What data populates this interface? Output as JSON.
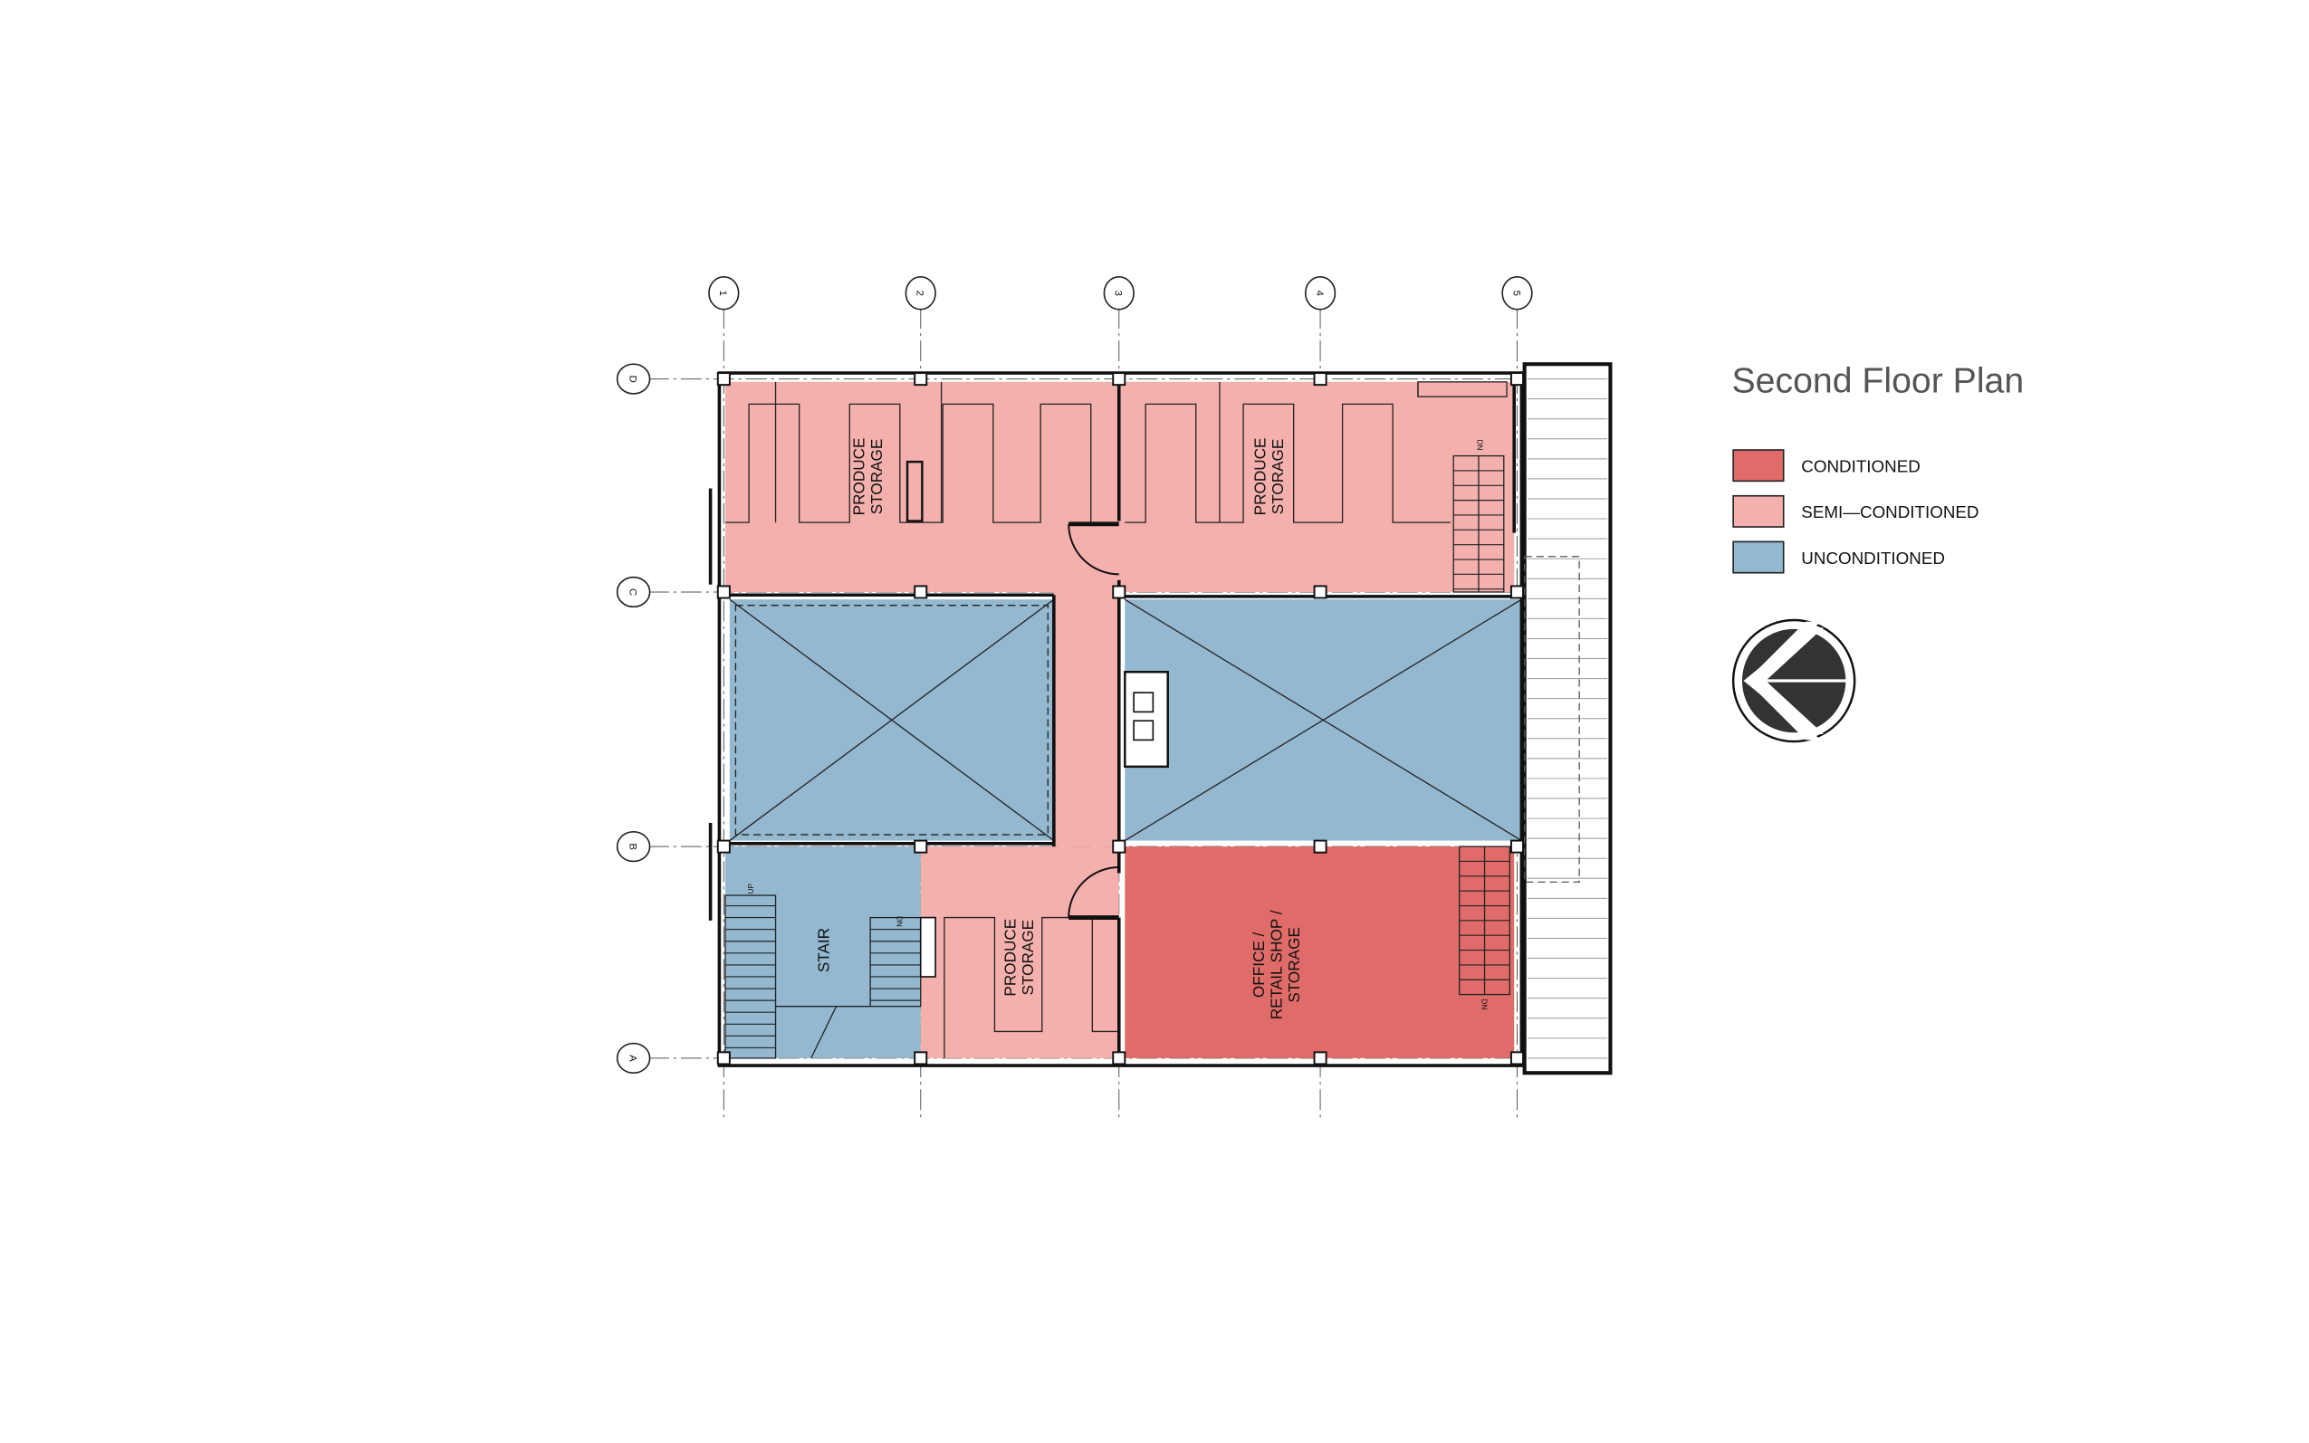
{
  "title": "Second Floor Plan",
  "legend": [
    {
      "label": "CONDITIONED",
      "color": "#e06c6a"
    },
    {
      "label": "SEMI—CONDITIONED",
      "color": "#f4b0ad"
    },
    {
      "label": "UNCONDITIONED",
      "color": "#93b8cf"
    }
  ],
  "grid": {
    "columns": [
      "1",
      "2",
      "3",
      "4",
      "5"
    ],
    "rows": [
      "D",
      "C",
      "B",
      "A"
    ]
  },
  "rooms": {
    "produce_storage_1": [
      "PRODUCE",
      "STORAGE"
    ],
    "produce_storage_2": [
      "PRODUCE",
      "STORAGE"
    ],
    "produce_storage_3": [
      "PRODUCE",
      "STORAGE"
    ],
    "stair": "STAIR",
    "office": [
      "OFFICE /",
      "RETAIL SHOP /",
      "STORAGE"
    ]
  },
  "stair_marks": {
    "up": "UP",
    "dn": "DN"
  },
  "north_arrow": "north-arrow-icon"
}
